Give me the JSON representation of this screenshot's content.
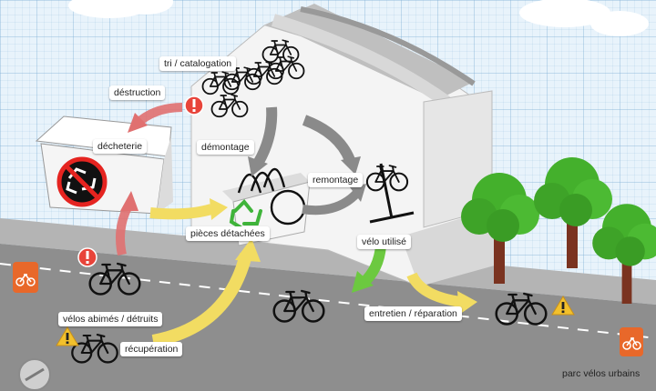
{
  "labels": {
    "destruction": "déstruction",
    "tri": "tri / catalogation",
    "decheterie": "décheterie",
    "demontage": "démontage",
    "remontage": "remontage",
    "pieces": "pièces détachées",
    "velo_utilise": "vélo utilisé",
    "velos_abimes": "vélos abimés / détruits",
    "recuperation": "récupération",
    "entretien": "entretien  / réparation",
    "parc": "parc vélos urbains"
  },
  "icons": {
    "warning": "warning-triangle-icon",
    "error": "exclamation-circle-icon",
    "recycle": "recycle-icon",
    "no_recycle": "no-recycling-icon",
    "bike_sign": "bike-sign-icon"
  },
  "colors": {
    "arrow_red": "#e07070",
    "arrow_yellow": "#f2dc62",
    "arrow_green": "#6cc940",
    "arrow_grey": "#8a8a8a",
    "tree_green": "#44b02c",
    "sign_orange": "#e8682a"
  }
}
